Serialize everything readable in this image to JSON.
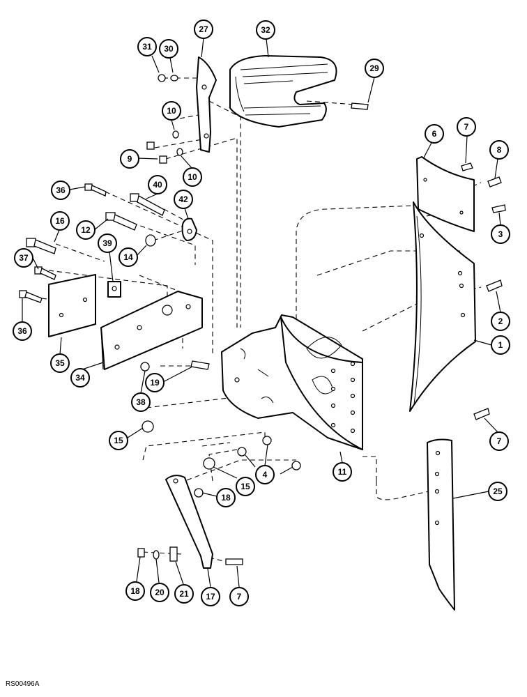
{
  "figure_code": "RS00496A",
  "callouts": [
    {
      "id": "c31",
      "label": "31"
    },
    {
      "id": "c30",
      "label": "30"
    },
    {
      "id": "c27",
      "label": "27"
    },
    {
      "id": "c32",
      "label": "32"
    },
    {
      "id": "c29",
      "label": "29"
    },
    {
      "id": "c10a",
      "label": "10"
    },
    {
      "id": "c9",
      "label": "9"
    },
    {
      "id": "c10b",
      "label": "10"
    },
    {
      "id": "c6",
      "label": "6"
    },
    {
      "id": "c7a",
      "label": "7"
    },
    {
      "id": "c8",
      "label": "8"
    },
    {
      "id": "c36a",
      "label": "36"
    },
    {
      "id": "c40",
      "label": "40"
    },
    {
      "id": "c42",
      "label": "42"
    },
    {
      "id": "c3",
      "label": "3"
    },
    {
      "id": "c16",
      "label": "16"
    },
    {
      "id": "c12",
      "label": "12"
    },
    {
      "id": "c39",
      "label": "39"
    },
    {
      "id": "c14",
      "label": "14"
    },
    {
      "id": "c37",
      "label": "37"
    },
    {
      "id": "c2",
      "label": "2"
    },
    {
      "id": "c36b",
      "label": "36"
    },
    {
      "id": "c1",
      "label": "1"
    },
    {
      "id": "c35",
      "label": "35"
    },
    {
      "id": "c34",
      "label": "34"
    },
    {
      "id": "c19",
      "label": "19"
    },
    {
      "id": "c38",
      "label": "38"
    },
    {
      "id": "c15a",
      "label": "15"
    },
    {
      "id": "c7b",
      "label": "7"
    },
    {
      "id": "c15b",
      "label": "15"
    },
    {
      "id": "c4",
      "label": "4"
    },
    {
      "id": "c11",
      "label": "11"
    },
    {
      "id": "c18a",
      "label": "18"
    },
    {
      "id": "c25",
      "label": "25"
    },
    {
      "id": "c18b",
      "label": "18"
    },
    {
      "id": "c20",
      "label": "20"
    },
    {
      "id": "c21",
      "label": "21"
    },
    {
      "id": "c17",
      "label": "17"
    },
    {
      "id": "c7c",
      "label": "7"
    }
  ]
}
